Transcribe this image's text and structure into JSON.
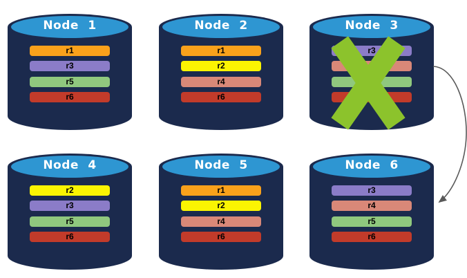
{
  "diagram": {
    "colors": {
      "cylinder_body": "#1B2A4D",
      "cylinder_top": "#2E96D2",
      "title_text": "#FFFFFF",
      "bar_text": "#000000",
      "failure_x": "#8CC32C",
      "arrow": "#595959"
    },
    "nodes": [
      {
        "title": "Node 1",
        "failed": false,
        "replicas": [
          {
            "label": "r1",
            "color": "#F9A11B"
          },
          {
            "label": "r3",
            "color": "#8B7CC8"
          },
          {
            "label": "r5",
            "color": "#90C87E"
          },
          {
            "label": "r6",
            "color": "#C23B2A"
          }
        ]
      },
      {
        "title": "Node 2",
        "failed": false,
        "replicas": [
          {
            "label": "r1",
            "color": "#F9A11B"
          },
          {
            "label": "r2",
            "color": "#FBF402"
          },
          {
            "label": "r4",
            "color": "#D98878"
          },
          {
            "label": "r6",
            "color": "#C23B2A"
          }
        ]
      },
      {
        "title": "Node 3",
        "failed": true,
        "status_icon": "green-x",
        "replicas": [
          {
            "label": "r3",
            "color": "#8B7CC8"
          },
          {
            "label": "",
            "color": "#D98878"
          },
          {
            "label": "",
            "color": "#90C87E"
          },
          {
            "label": "",
            "color": "#C23B2A"
          }
        ]
      },
      {
        "title": "Node 4",
        "failed": false,
        "replicas": [
          {
            "label": "r2",
            "color": "#FBF402"
          },
          {
            "label": "r3",
            "color": "#8B7CC8"
          },
          {
            "label": "r5",
            "color": "#90C87E"
          },
          {
            "label": "r6",
            "color": "#C23B2A"
          }
        ]
      },
      {
        "title": "Node 5",
        "failed": false,
        "replicas": [
          {
            "label": "r1",
            "color": "#F9A11B"
          },
          {
            "label": "r2",
            "color": "#FBF402"
          },
          {
            "label": "r4",
            "color": "#D98878"
          },
          {
            "label": "r6",
            "color": "#C23B2A"
          }
        ]
      },
      {
        "title": "Node 6",
        "failed": false,
        "replicas": [
          {
            "label": "r3",
            "color": "#8B7CC8"
          },
          {
            "label": "r4",
            "color": "#D98878"
          },
          {
            "label": "r5",
            "color": "#90C87E"
          },
          {
            "label": "r6",
            "color": "#C23B2A"
          }
        ]
      }
    ],
    "arrow": {
      "from": "Node 3",
      "to": "Node 6"
    }
  }
}
